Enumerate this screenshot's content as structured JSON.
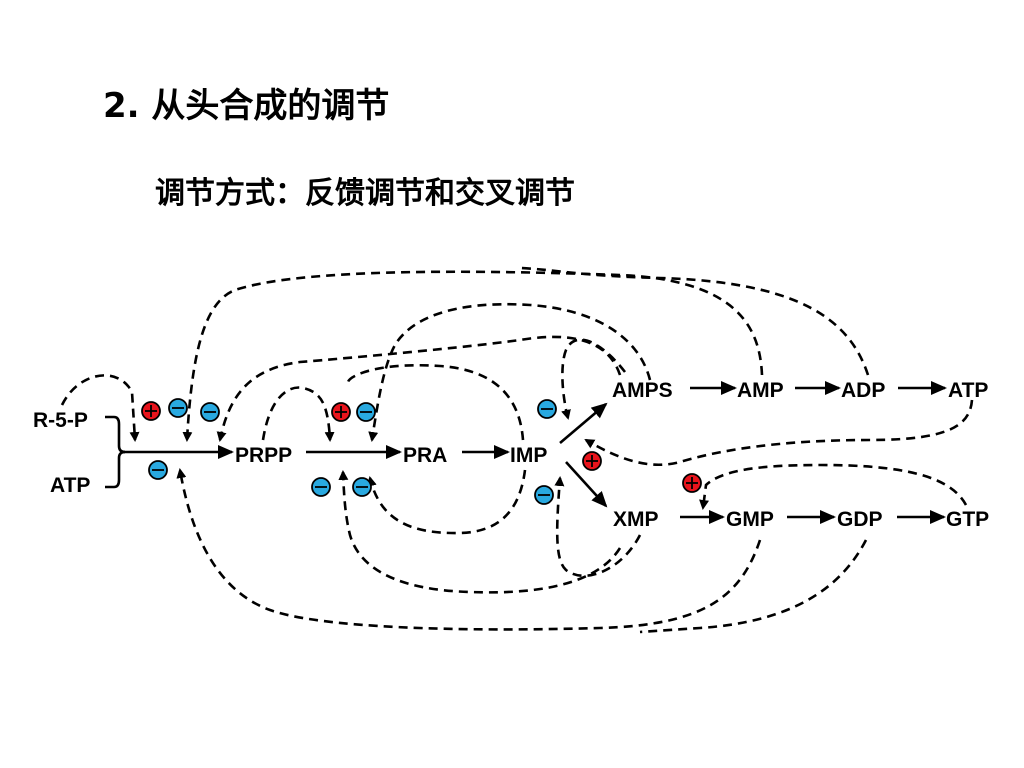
{
  "slide": {
    "title": "2. 从头合成的调节",
    "subtitle": "调节方式：反馈调节和交叉调节"
  },
  "nodes": {
    "r5p": "R-5-P",
    "atp_in": "ATP",
    "prpp": "PRPP",
    "pra": "PRA",
    "imp": "IMP",
    "amps": "AMPS",
    "amp": "AMP",
    "adp": "ADP",
    "atp": "ATP",
    "xmp": "XMP",
    "gmp": "GMP",
    "gdp": "GDP",
    "gtp": "GTP"
  },
  "legend_colors": {
    "activation": "#e8141c",
    "inhibition": "#29a9e0"
  }
}
